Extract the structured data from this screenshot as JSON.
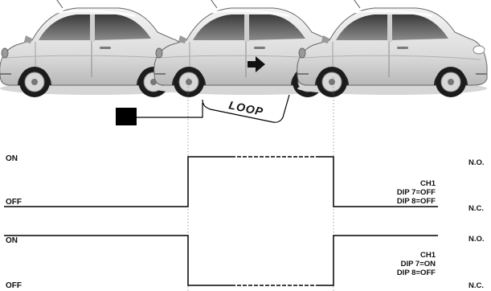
{
  "scene": {
    "car_count": 3,
    "direction_arrow": "arrow-right-icon",
    "detector_box": "detector-box",
    "loop_label": "LOOP"
  },
  "timing": [
    {
      "on_label": "ON",
      "off_label": "OFF",
      "ch_label": "CH1",
      "dip7": "DIP 7=OFF",
      "dip8": "DIP 8=OFF",
      "top_right": "N.O.",
      "bottom_right": "N.C."
    },
    {
      "on_label": "ON",
      "off_label": "OFF",
      "ch_label": "CH1",
      "dip7": "DIP 7=ON",
      "dip8": "DIP 8=OFF",
      "top_right": "N.O.",
      "bottom_right": "N.C."
    }
  ]
}
